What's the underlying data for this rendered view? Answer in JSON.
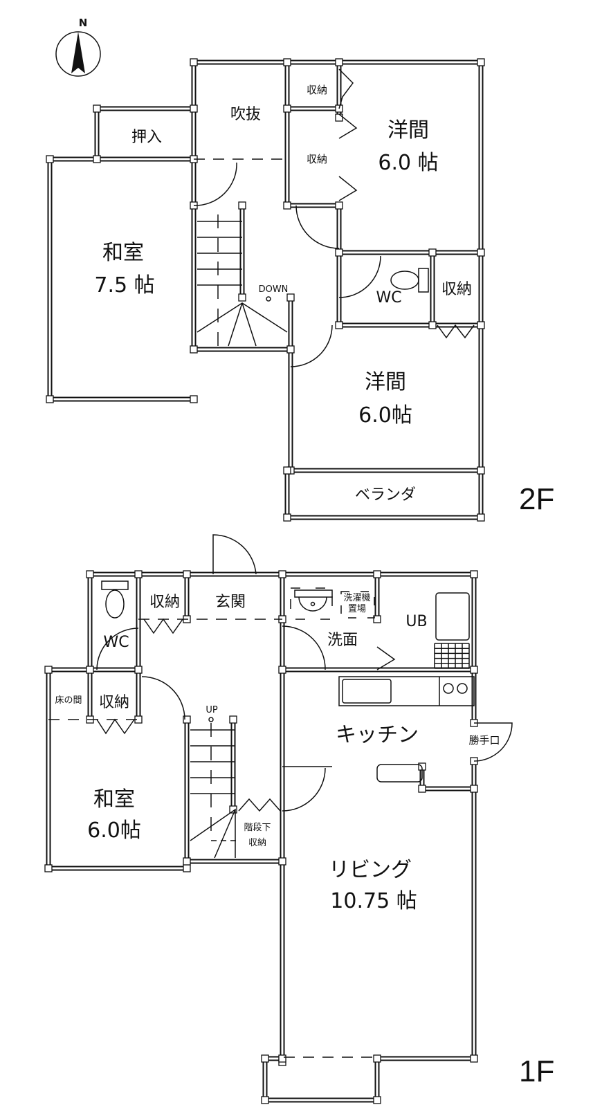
{
  "compass": {
    "north_label": "N"
  },
  "floor2": {
    "label": "2F",
    "rooms": {
      "oshiire": "押入",
      "fukinuke": "吹抜",
      "closet_a": "収納",
      "closet_b": "収納",
      "western1_name": "洋間",
      "western1_size": "6.0 帖",
      "washitsu_name": "和室",
      "washitsu_size": "7.5 帖",
      "stairs_label": "DOWN",
      "wc": "WC",
      "closet_c": "収納",
      "western2_name": "洋間",
      "western2_size": "6.0帖",
      "veranda": "ベランダ"
    }
  },
  "floor1": {
    "label": "1F",
    "rooms": {
      "closet_entry": "収納",
      "genkan": "玄関",
      "washer_line1": "洗濯機",
      "washer_line2": "置場",
      "ub": "UB",
      "wc": "WC",
      "senmen": "洗面",
      "tokonoma": "床の間",
      "closet_tatami": "収納",
      "stairs_label": "UP",
      "kitchen": "キッチン",
      "back_door": "勝手口",
      "washitsu_name": "和室",
      "washitsu_size": "6.0帖",
      "under_stairs_line1": "階段下",
      "under_stairs_line2": "収納",
      "living_name": "リビング",
      "living_size": "10.75 帖"
    }
  }
}
